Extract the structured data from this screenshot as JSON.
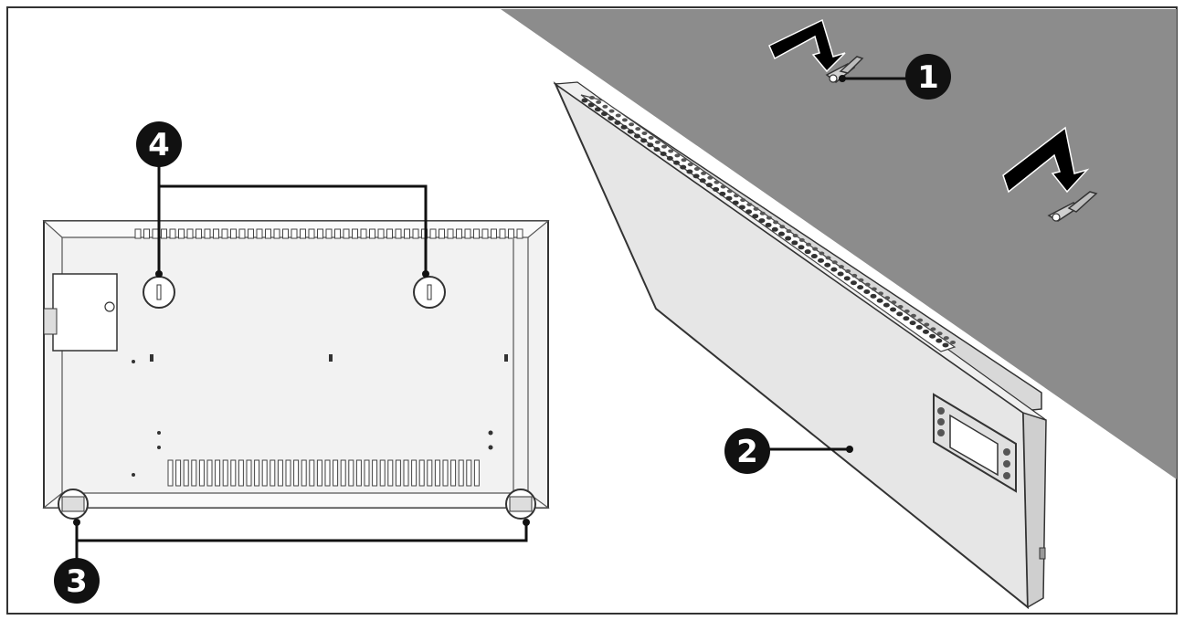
{
  "callouts": [
    {
      "id": "1",
      "label": "1"
    },
    {
      "id": "2",
      "label": "2"
    },
    {
      "id": "3",
      "label": "3"
    },
    {
      "id": "4",
      "label": "4"
    }
  ],
  "colors": {
    "wall": "#8c8c8c",
    "panel_face": "#e6e6e6",
    "panel_back": "#f2f2f2",
    "callout": "#111111",
    "frame": "#333333"
  }
}
